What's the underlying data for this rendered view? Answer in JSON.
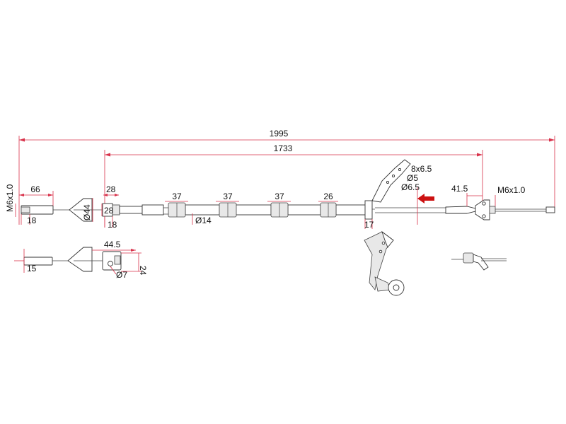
{
  "dimensions": {
    "overall_length": "1995",
    "cable_length": "1733",
    "thread_left": "M6x1.0",
    "thread_right": "M6x1.0",
    "end_length": "66",
    "end_width": "18",
    "end_width_lower": "15",
    "fitting_length": "28",
    "fitting_height": "28",
    "fitting_dia": "Ø44",
    "fitting_width_lower": "18",
    "clip_spacing_1": "37",
    "clip_spacing_2": "37",
    "clip_spacing_3": "37",
    "clip_spacing_4": "26",
    "hose_dia": "Ø14",
    "bracket_width": "17",
    "bracket_slot": "8x6.5",
    "bracket_hole_1": "Ø5",
    "bracket_hole_2": "Ø6.5",
    "end_offset": "41.5",
    "detail_length": "44.5",
    "detail_height": "24",
    "detail_dia": "Ø7"
  },
  "colors": {
    "dimension_line": "#d8314a",
    "arrow": "#cc1111",
    "part_outline": "#333333"
  }
}
